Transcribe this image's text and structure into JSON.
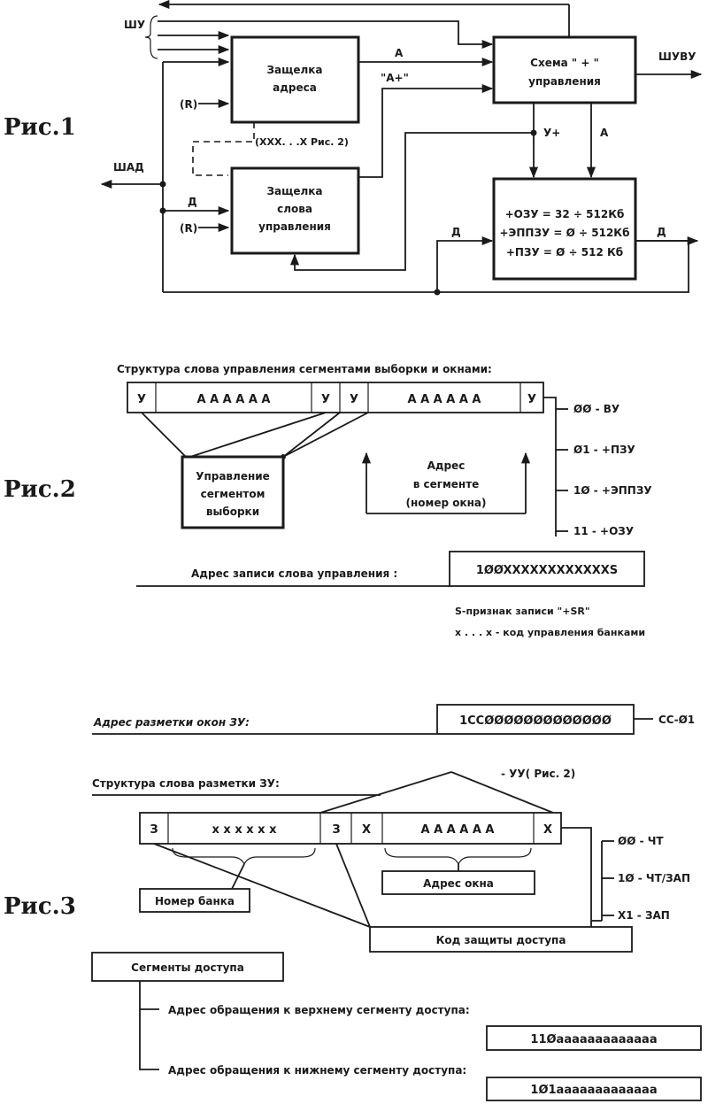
{
  "fig1": {
    "title": "Рис.1",
    "shu": "ШУ",
    "shad": "ШАД",
    "shuvu": "ШУВУ",
    "addr_latch": [
      "Защелка",
      "адреса"
    ],
    "ctrl_latch": [
      "Защелка",
      "слова",
      "управления"
    ],
    "scheme": [
      "Схема \" + \"",
      "управления"
    ],
    "mem": [
      "+ОЗУ = 32 ÷ 512Кб",
      "+ЭППЗУ = Ø ÷ 512Кб",
      "+ПЗУ = Ø ÷ 512 Кб"
    ],
    "r1": "(R)",
    "r2": "(R)",
    "a": "А",
    "a_plus": "\"А+\"",
    "xxx": "(ХХХ. . .Х Рис. 2)",
    "d": "Д",
    "y_plus": "У+",
    "a2": "А",
    "d_mem_in": "Д",
    "d_mem_out": "Д"
  },
  "fig2": {
    "title": "Рис.2",
    "heading": "Структура слова управления сегментами выборки и окнами:",
    "cells": [
      "У",
      "А А А А А А",
      "У",
      "У",
      "А А А А А А",
      "У"
    ],
    "seg_ctrl": [
      "Управление",
      "сегментом",
      "выборки"
    ],
    "window_addr": [
      "Адрес",
      "в сегменте",
      "(номер окна)"
    ],
    "codes": [
      "ØØ - ВУ",
      "Ø1 - +ПЗУ",
      "1Ø - +ЭППЗУ",
      "11 - +ОЗУ"
    ],
    "write_label": "Адрес записи слова управления :",
    "write_value": "1ØØXXXXXXXXXXXXS",
    "note1": "S-признак записи \"+SR\"",
    "note2": "x . . . x - код управления банками"
  },
  "fig3": {
    "title": "Рис.3",
    "markup_label": "Адрес разметки окон ЗУ:",
    "markup_value": "1ССØØØØØØØØØØØØØ",
    "cc": "СС-Ø1",
    "struct_label": "Структура слова разметки ЗУ:",
    "yy": "- УУ( Рис. 2)",
    "cells": [
      "З",
      "х х х х х х",
      "З",
      "Х",
      "А А А А А А",
      "Х"
    ],
    "window_addr": "Адрес окна",
    "bank": "Номер банка",
    "access_code": "Код защиты доступа",
    "codes": [
      "ØØ - ЧТ",
      "1Ø - ЧТ/ЗАП",
      "Х1 - ЗАП"
    ],
    "segments": "Сегменты доступа",
    "upper_label": "Адрес обращения к верхнему сегменту доступа:",
    "upper_value": "11Øaaaaaaaaaaaaa",
    "lower_label": "Адрес обращения к нижнему сегменту доступа:",
    "lower_value": "1Ø1aaaaaaaaaaaaa"
  }
}
